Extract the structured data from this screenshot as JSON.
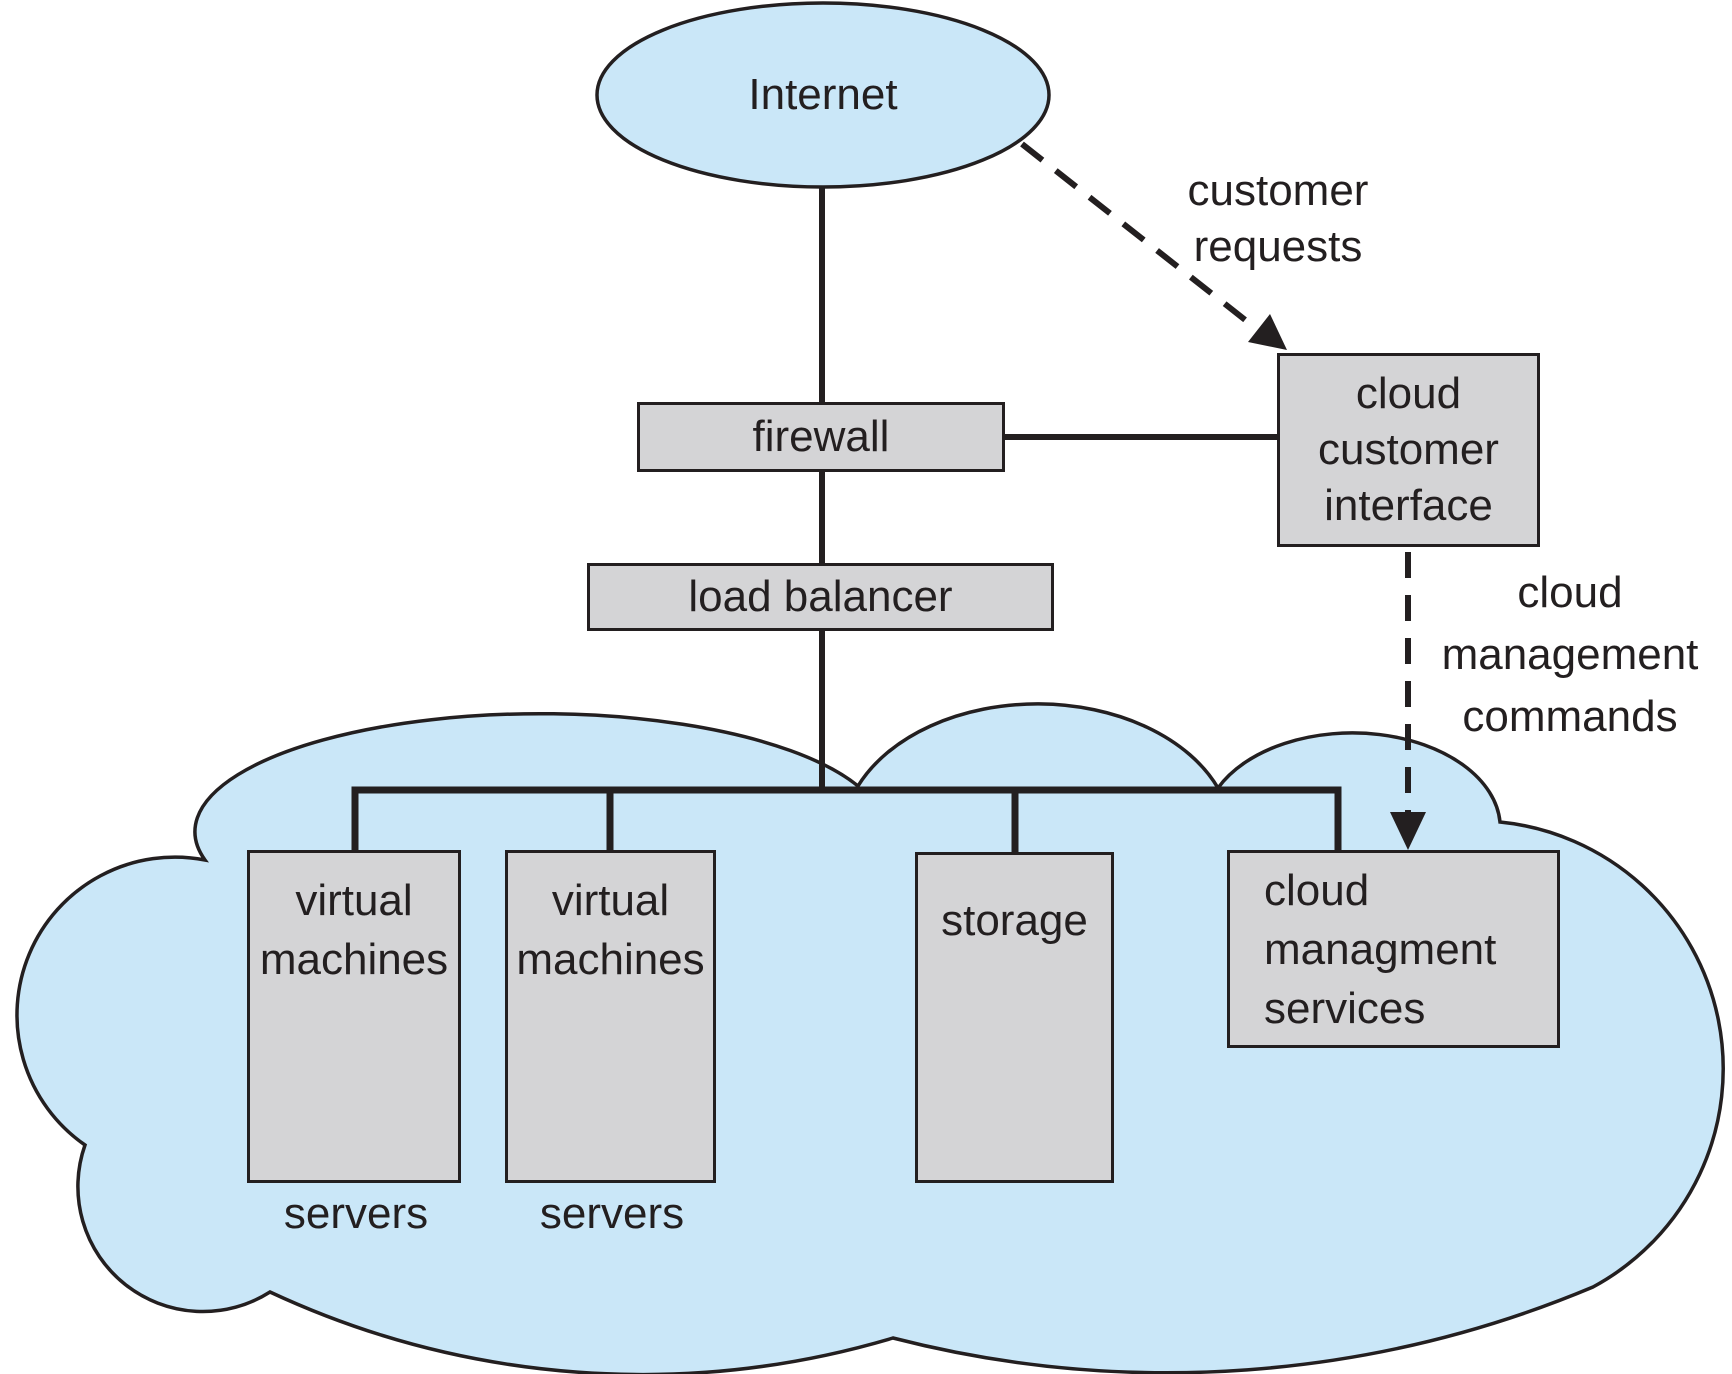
{
  "colors": {
    "cloud_fill": "#cae7f8",
    "node_fill": "#d4d4d6",
    "stroke": "#231f20",
    "background": "#ffffff"
  },
  "nodes": {
    "internet": {
      "label": "Internet"
    },
    "firewall": {
      "label": "firewall"
    },
    "load_balancer": {
      "label": "load balancer"
    },
    "cloud_customer_interface": {
      "label": "cloud\ncustomer\ninterface"
    },
    "virtual_machines_1": {
      "label": "virtual\nmachines",
      "caption": "servers"
    },
    "virtual_machines_2": {
      "label": "virtual\nmachines",
      "caption": "servers"
    },
    "storage": {
      "label": "storage"
    },
    "cloud_management_services": {
      "label": "cloud\nmanagment\nservices"
    }
  },
  "edges": {
    "customer_requests": {
      "label": "customer\nrequests",
      "from": "internet",
      "to": "cloud_customer_interface",
      "style": "dashed-arrow"
    },
    "cloud_management_commands": {
      "label": "cloud\nmanagement\ncommands",
      "from": "cloud_customer_interface",
      "to": "cloud_management_services",
      "style": "dashed-arrow"
    },
    "internet_firewall": {
      "from": "internet",
      "to": "firewall",
      "style": "solid"
    },
    "firewall_load_balancer": {
      "from": "firewall",
      "to": "load_balancer",
      "style": "solid"
    },
    "firewall_cloud_customer_interface": {
      "from": "firewall",
      "to": "cloud_customer_interface",
      "style": "solid"
    },
    "load_balancer_bus": {
      "from": "load_balancer",
      "to": "virtual_machines_1, virtual_machines_2, storage, cloud_management_services",
      "style": "solid"
    }
  }
}
